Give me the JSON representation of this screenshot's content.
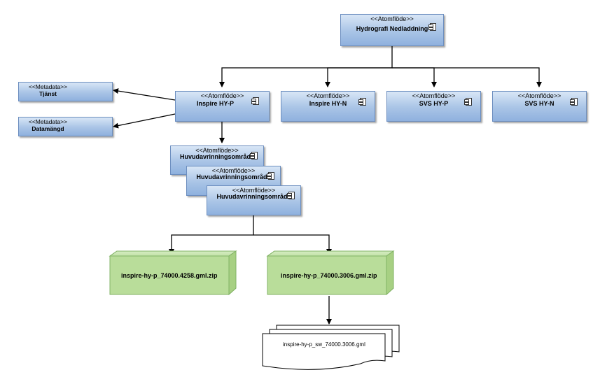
{
  "stereotypes": {
    "atomflode": "<<Atomflöde>>",
    "metadata": "<<Metadata>>"
  },
  "nodes": {
    "root": "Hydrografi Nedladdning",
    "inspire_hy_p": "Inspire HY-P",
    "inspire_hy_n": "Inspire HY-N",
    "svs_hy_p": "SVS HY-P",
    "svs_hy_n": "SVS HY-N",
    "meta_tjanst": "Tjänst",
    "meta_datamangd": "Datamängd",
    "huvud_1": "Huvudavrinningsområde",
    "huvud_2": "Huvudavrinningsområde",
    "huvud_3": "Huvudavrinningsområde"
  },
  "files": {
    "zip_1": "inspire-hy-p_74000.4258.gml.zip",
    "zip_2": "inspire-hy-p_74000.3006.gml.zip",
    "gml": "inspire-hy-p_sw_74000.3006.gml"
  },
  "colors": {
    "blue_border": "#6c8ebf",
    "green_fill": "#b9dd9a",
    "green_border": "#82b366"
  }
}
